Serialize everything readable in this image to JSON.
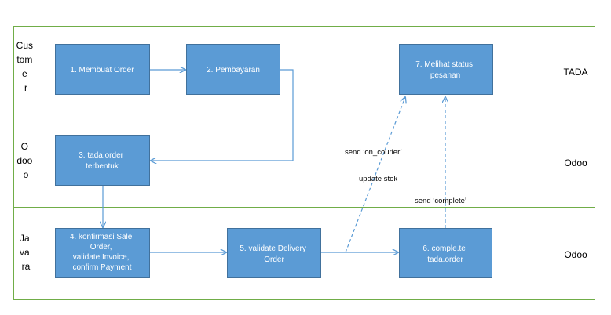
{
  "lanes": [
    {
      "id": "customer",
      "label": [
        "Cus",
        "tom",
        "e",
        "r"
      ],
      "system": "TADA"
    },
    {
      "id": "odoo",
      "label": [
        "O",
        "doo",
        "o"
      ],
      "system": "Odoo"
    },
    {
      "id": "javara",
      "label": [
        "Ja",
        "va",
        "ra"
      ],
      "system": "Odoo"
    }
  ],
  "steps": [
    {
      "id": "s1",
      "lines": [
        "1. Membuat Order"
      ]
    },
    {
      "id": "s2",
      "lines": [
        "2. Pembayaran"
      ]
    },
    {
      "id": "s3",
      "lines": [
        "3. tada.order",
        "terbentuk"
      ]
    },
    {
      "id": "s4",
      "lines": [
        "4. konfirmasi Sale",
        "Order,",
        "validate Invoice,",
        "confirm Payment"
      ]
    },
    {
      "id": "s5",
      "lines": [
        "5. validate Delivery",
        "Order"
      ]
    },
    {
      "id": "s6",
      "lines": [
        "6. comple.te",
        "tada.order"
      ]
    },
    {
      "id": "s7",
      "lines": [
        "7. Melihat status",
        "pesanan"
      ]
    }
  ],
  "edge_labels": {
    "on_courier": "send ‘on_courier’",
    "update_stok": "update stok",
    "complete": "send ‘complete’"
  },
  "colors": {
    "box_fill": "#5b9bd5",
    "box_stroke": "#41719c",
    "lane_border": "#70ad47",
    "arrow": "#5b9bd5"
  }
}
